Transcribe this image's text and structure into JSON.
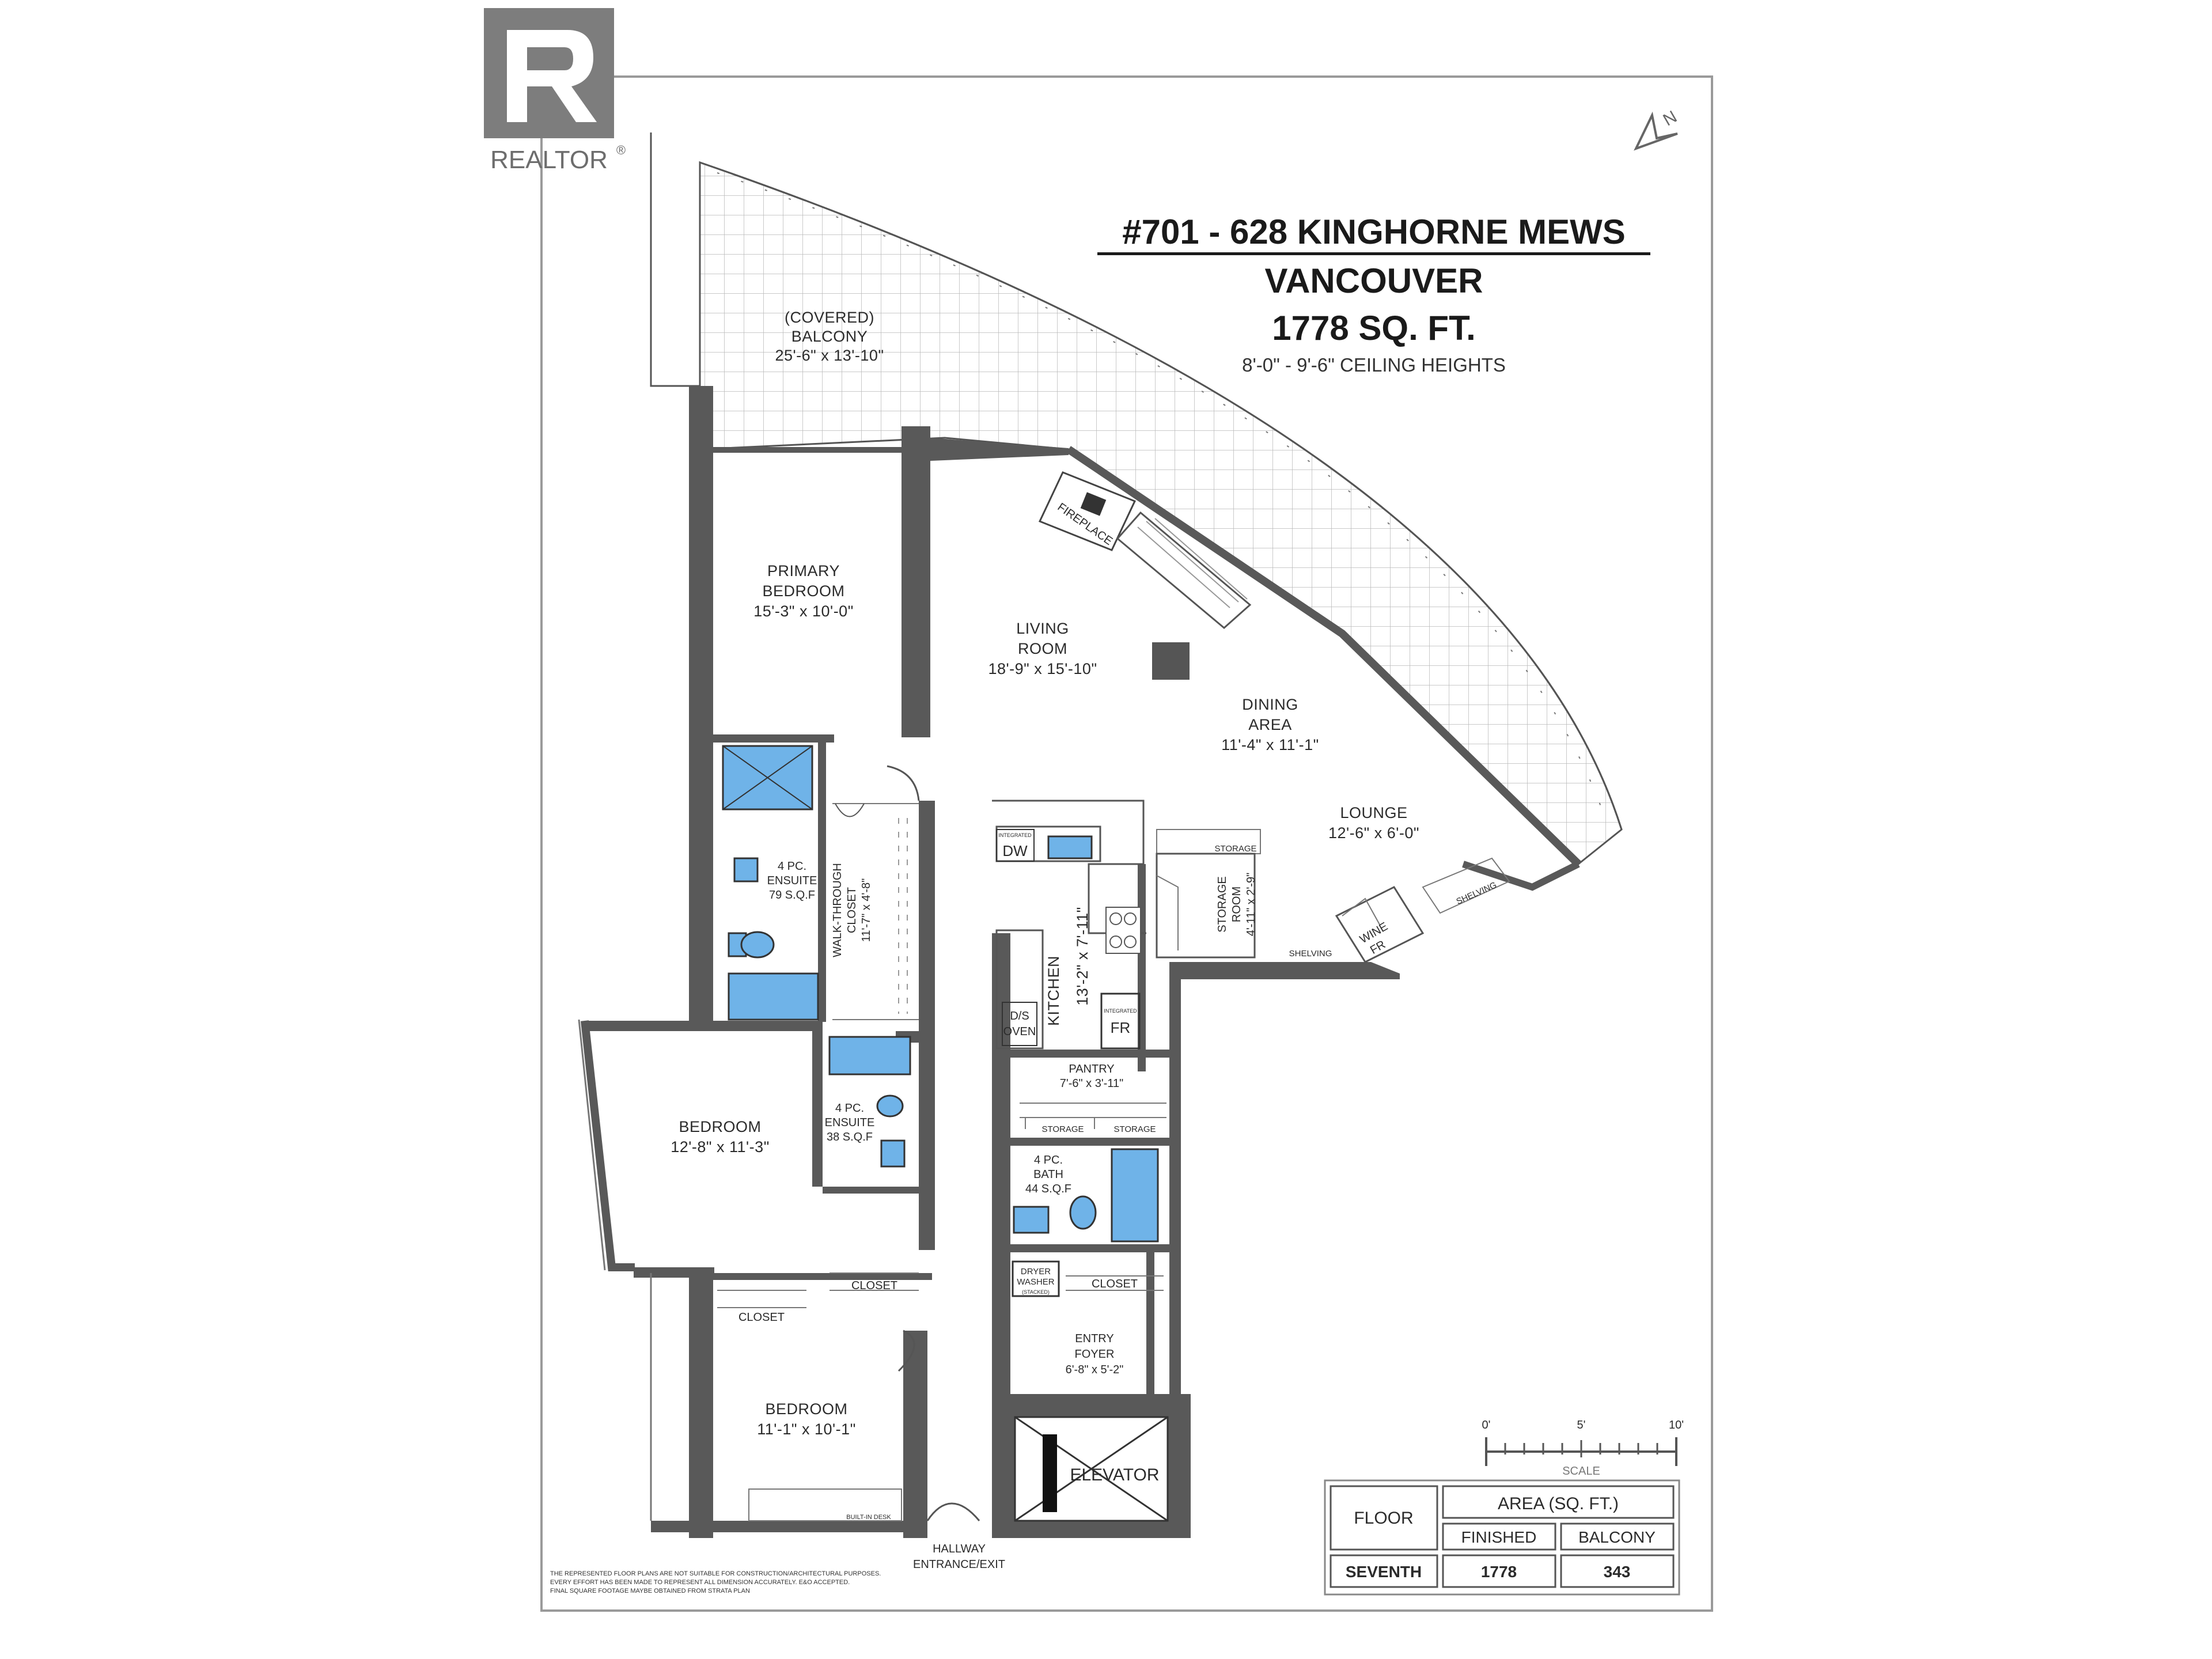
{
  "logo": {
    "word": "REALTOR",
    "mark": "®"
  },
  "header": {
    "unit_address": "#701 - 628 KINGHORNE MEWS",
    "city": "VANCOUVER",
    "area": "1778 SQ. FT.",
    "ceiling": "8'-0\" - 9'-6\" CEILING HEIGHTS"
  },
  "north_arrow": {
    "label": "N"
  },
  "rooms": {
    "balcony": {
      "line1": "(COVERED)",
      "line2": "BALCONY",
      "dims": "25'-6\" x 13'-10\""
    },
    "fireplace": {
      "label": "FIREPLACE"
    },
    "primary_bedroom": {
      "line1": "PRIMARY",
      "line2": "BEDROOM",
      "dims": "15'-3\" x 10'-0\""
    },
    "living_room": {
      "line1": "LIVING",
      "line2": "ROOM",
      "dims": "18'-9\" x 15'-10\""
    },
    "dining_area": {
      "line1": "DINING",
      "line2": "AREA",
      "dims": "11'-4\" x 11'-1\""
    },
    "lounge": {
      "line1": "LOUNGE",
      "dims": "12'-6\" x 6'-0\""
    },
    "storage_label": "STORAGE",
    "storage_room": {
      "line1": "STORAGE",
      "line2": "ROOM",
      "dims": "4'-11\" x 2'-9\""
    },
    "shelving": "SHELVING",
    "wine": {
      "line1": "WINE",
      "line2": "FR"
    },
    "ensuite_primary": {
      "line1": "4 PC.",
      "line2": "ENSUITE",
      "line3": "79 S.Q.F"
    },
    "walk_through": {
      "line1": "WALK-THROUGH",
      "line2": "CLOSET",
      "dims": "11'-7\" x 4'-8\""
    },
    "kitchen": {
      "line1": "KITCHEN",
      "dims": "13'-2\" x 7'-11\""
    },
    "integrated": "INTEGRATED",
    "dw": "DW",
    "fr": "FR",
    "oven": {
      "line1": "D/S",
      "line2": "OVEN"
    },
    "pantry": {
      "line1": "PANTRY",
      "dims": "7'-6\" x 3'-11\""
    },
    "bedroom2": {
      "line1": "BEDROOM",
      "dims": "12'-8\" x 11'-3\""
    },
    "ensuite2": {
      "line1": "4 PC.",
      "line2": "ENSUITE",
      "line3": "38 S.Q.F"
    },
    "bath": {
      "line1": "4 PC.",
      "line2": "BATH",
      "line3": "44 S.Q.F"
    },
    "closet": "CLOSET",
    "dryer": {
      "line1": "DRYER",
      "line2": "WASHER",
      "line3": "(STACKED)"
    },
    "entry_foyer": {
      "line1": "ENTRY",
      "line2": "FOYER",
      "dims": "6'-8\" x 5'-2\""
    },
    "bedroom3": {
      "line1": "BEDROOM",
      "dims": "11'-1\" x 10'-1\""
    },
    "built_in_desk": "BUILT-IN DESK",
    "elevator": "ELEVATOR",
    "hallway": {
      "line1": "HALLWAY",
      "line2": "ENTRANCE/EXIT"
    }
  },
  "scale": {
    "t0": "0'",
    "t5": "5'",
    "t10": "10'",
    "label": "SCALE"
  },
  "area_table": {
    "floor_header": "FLOOR",
    "area_header": "AREA (SQ. FT.)",
    "finished_header": "FINISHED",
    "balcony_header": "BALCONY",
    "rows": [
      {
        "floor": "SEVENTH",
        "finished": "1778",
        "balcony": "343"
      }
    ]
  },
  "disclaimer": {
    "line1": "THE REPRESENTED FLOOR PLANS ARE NOT SUITABLE FOR CONSTRUCTION/ARCHITECTURAL PURPOSES.",
    "line2": "EVERY EFFORT HAS BEEN MADE TO REPRESENT ALL DIMENSION ACCURATELY. E&O ACCEPTED.",
    "line3": "FINAL SQUARE FOOTAGE MAYBE OBTAINED FROM STRATA PLAN"
  }
}
